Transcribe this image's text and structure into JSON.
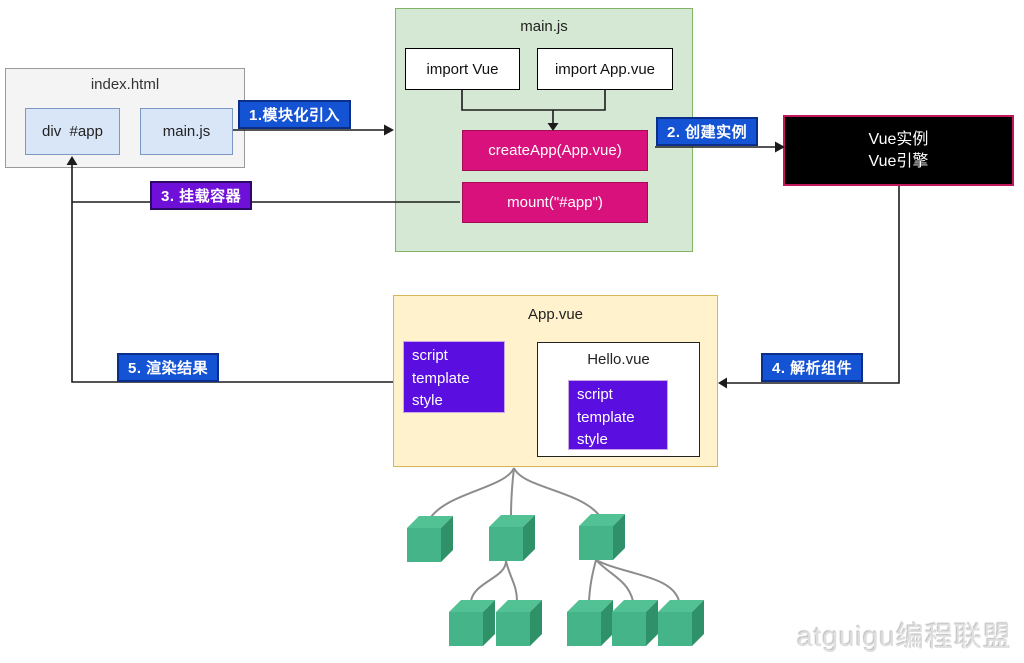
{
  "index_html": {
    "title": "index.html",
    "div_app": "div  #app",
    "main_js": "main.js"
  },
  "main_module": {
    "title": "main.js",
    "import_vue": "import Vue",
    "import_app": "import App.vue",
    "create_app": "createApp(App.vue)",
    "mount": "mount(\"#app\")"
  },
  "vue_engine": {
    "line1": "Vue实例",
    "line2": "Vue引擎"
  },
  "app_vue": {
    "title": "App.vue",
    "sfc": "script\ntemplate\nstyle"
  },
  "hello_vue": {
    "title": "Hello.vue",
    "sfc": "script\ntemplate\nstyle"
  },
  "steps": {
    "s1": "1.模块化引入",
    "s2": "2. 创建实例",
    "s3": "3. 挂载容器",
    "s4": "4. 解析组件",
    "s5": "5. 渲染结果"
  },
  "watermark": "atguigu编程联盟",
  "colors": {
    "step_blue": "#1353d4",
    "step_purple": "#6e10d8",
    "pink_box": "#d9117c",
    "purple_box": "#5a0fe0",
    "green_fill": "#d5e8d4",
    "green_border": "#82b366",
    "yellow_fill": "#fff2cc",
    "yellow_border": "#d6b656",
    "blue_chip_fill": "#d9e6f8",
    "blue_chip_border": "#7d97c4",
    "engine_fill": "#000000",
    "engine_border": "#c2185b",
    "cube_front": "#45b489",
    "cube_top": "#52c294",
    "cube_side": "#2f9168"
  }
}
